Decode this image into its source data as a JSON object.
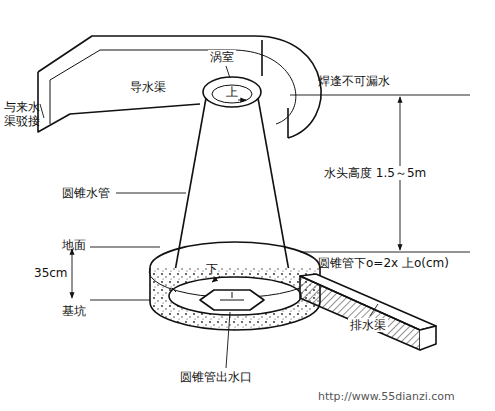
{
  "diagram": {
    "labels": [
      "与来水渠驳接",
      "导水渠",
      "涡室",
      "焊逢不可漏水",
      "上",
      "水头高度 1.5～5m",
      "圆锥水管",
      "地面",
      "35cm",
      "基坑",
      "下",
      "圆锥管下o=2x 上o(cm)",
      "圆锥管出水口",
      "排水渠",
      "http://www.55dianzi.com"
    ]
  }
}
